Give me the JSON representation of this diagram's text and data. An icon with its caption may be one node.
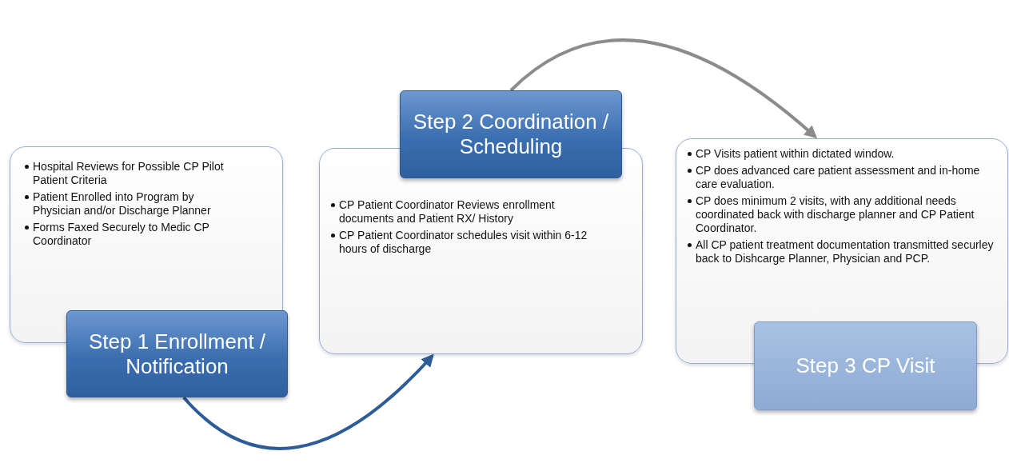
{
  "diagram": {
    "nodes": [
      {
        "text": [
          "Hospital Reviews for Possible CP Pilot Patient Criteria",
          "Patient Enrolled into Program by Physician and/or Discharge Planner",
          "Forms Faxed Securely to Medic CP Coordinator"
        ]
      },
      {
        "text": [
          "Step 1 Enrollment / Notification"
        ]
      },
      {
        "text": [
          "Step 2 Coordination / Scheduling"
        ]
      },
      {
        "text": [
          "CP Patient Coordinator Reviews enrollment documents and Patient RX/ History",
          "CP Patient Coordinator schedules visit within 6-12 hours of discharge"
        ]
      },
      {
        "text": [
          "CP Visits patient within dictated window.",
          "CP does advanced care patient assessment and in-home care evaluation.",
          "CP does minimum 2 visits, with any additional needs coordinated back with discharge planner and CP Patient Coordinator.",
          "All  CP patient treatment documentation transmitted securley back to Dishcarge Planner, Physician and PCP."
        ]
      },
      {
        "text": [
          "Step 3 CP Visit"
        ]
      }
    ],
    "edges": [
      {
        "from": 1,
        "to": 3,
        "arrow": "to",
        "color": "#2e5c99"
      },
      {
        "from": 2,
        "to": 4,
        "arrow": "to",
        "color": "#8c8c8c"
      }
    ]
  }
}
